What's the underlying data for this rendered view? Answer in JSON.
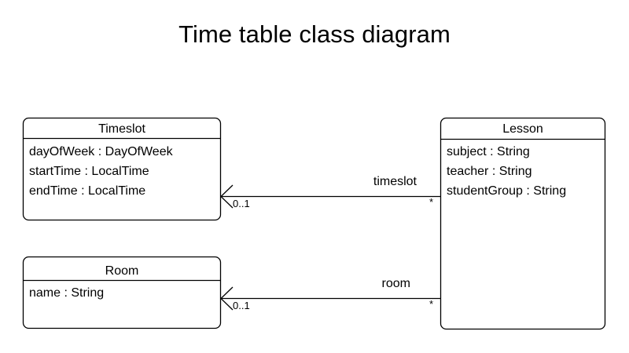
{
  "diagram": {
    "title": "Time table class diagram",
    "type": "uml-class-diagram",
    "background_color": "#ffffff",
    "line_color": "#000000",
    "text_color": "#000000",
    "classes": [
      {
        "id": "timeslot",
        "name": "Timeslot",
        "attributes": [
          "dayOfWeek : DayOfWeek",
          "startTime : LocalTime",
          "endTime : LocalTime"
        ]
      },
      {
        "id": "room",
        "name": "Room",
        "attributes": [
          "name : String"
        ]
      },
      {
        "id": "lesson",
        "name": "Lesson",
        "attributes": [
          "subject : String",
          "teacher : String",
          "studentGroup : String"
        ]
      }
    ],
    "associations": [
      {
        "id": "lesson-timeslot",
        "label": "timeslot",
        "source": "Lesson",
        "target": "Timeslot",
        "source_multiplicity": "*",
        "target_multiplicity": "0..1"
      },
      {
        "id": "lesson-room",
        "label": "room",
        "source": "Lesson",
        "target": "Room",
        "source_multiplicity": "*",
        "target_multiplicity": "0..1"
      }
    ]
  }
}
